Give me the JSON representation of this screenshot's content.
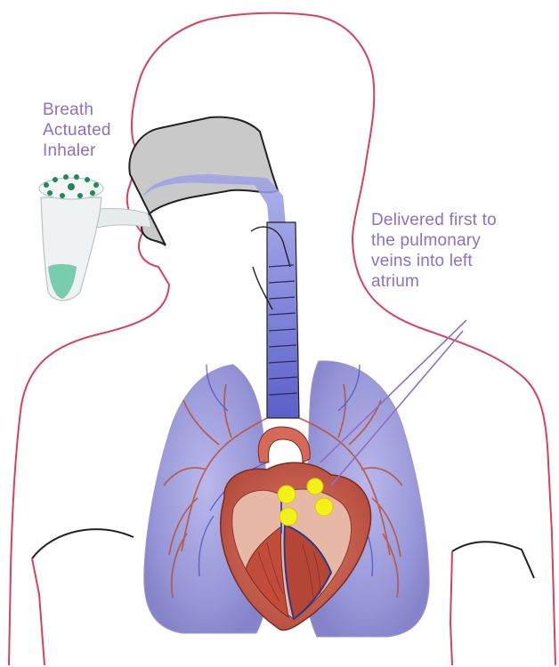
{
  "labels": {
    "inhaler": [
      "Breath",
      "Actuated",
      "Inhaler"
    ],
    "delivery": [
      "Delivered first to",
      "the pulmonary",
      "veins into left",
      "atrium"
    ]
  },
  "colors": {
    "body_outline": "#d9405e",
    "label_text": "#8e6fc0",
    "lung_fill": "#8f8fd6",
    "airway": "#6f72d2",
    "heart": "#c85a4a",
    "particles": "#f2f21a",
    "inhaler_dots": "#1e8a5a"
  },
  "icons": [
    "breath-actuated-inhaler-icon",
    "heart-icon",
    "lungs-icon",
    "airway-icon"
  ]
}
